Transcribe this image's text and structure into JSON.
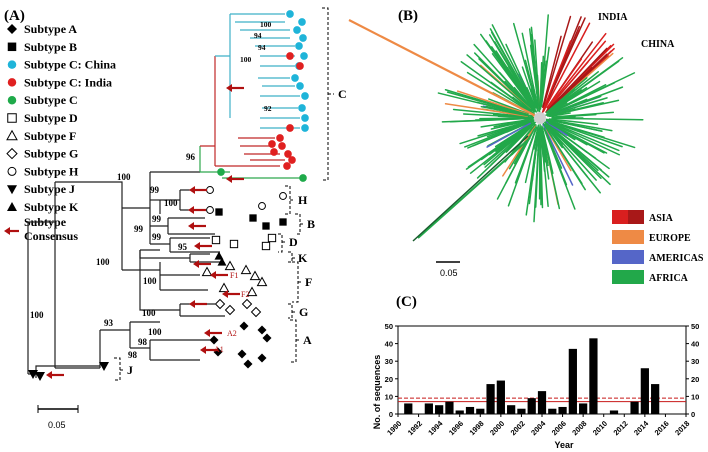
{
  "panels": {
    "a": "(A)",
    "b": "(B)",
    "c": "(C)"
  },
  "legend": [
    {
      "label": "Subtype A",
      "icon": "filled-diamond-icon"
    },
    {
      "label": "Subtype B",
      "icon": "filled-square-icon"
    },
    {
      "label": "Subtype C: China",
      "icon": "cyan-circle-icon"
    },
    {
      "label": "Subtype C: India",
      "icon": "red-circle-icon"
    },
    {
      "label": "Subtype C",
      "icon": "green-circle-icon"
    },
    {
      "label": "Subtype D",
      "icon": "open-square-icon"
    },
    {
      "label": "Subtype F",
      "icon": "open-triangle-icon"
    },
    {
      "label": "Subtype G",
      "icon": "open-diamond-icon"
    },
    {
      "label": "Subtype H",
      "icon": "open-circle-icon"
    },
    {
      "label": "Subtype J",
      "icon": "filled-down-triangle-icon"
    },
    {
      "label": "Subtype K",
      "icon": "filled-up-triangle-icon"
    }
  ],
  "legend_consensus": {
    "line1": "Subtype",
    "line2": "Consensus",
    "icon": "red-arrow-icon"
  },
  "clades": {
    "c": "C",
    "h": "H",
    "b": "B",
    "d": "D",
    "k": "K",
    "f": "F",
    "g": "G",
    "a": "A",
    "j": "J"
  },
  "bootstraps": {
    "b100_top": "100",
    "b94a": "94",
    "b94b": "94",
    "b100c": "100",
    "b92": "92",
    "b96": "96",
    "b100_cmain": "100",
    "b99h": "99",
    "b100h": "100",
    "b99b": "99",
    "b99d": "99",
    "b99bd": "99",
    "b95": "95",
    "b100_mid": "100",
    "b100_f": "100",
    "b93": "93",
    "b100g": "100",
    "b100a": "100",
    "b98a": "98",
    "b98b": "98",
    "b100_root": "100"
  },
  "consensus_tags": {
    "f1": "F1",
    "f2": "F2",
    "a2": "A2",
    "a1": "A1"
  },
  "scale_tree": "0.05",
  "scale_radial": "0.05",
  "radial": {
    "countries": {
      "india": "INDIA",
      "china": "CHINA"
    },
    "regions": [
      {
        "label": "ASIA",
        "color": "#d91f1f"
      },
      {
        "label": "EUROPE",
        "color": "#ee8a45"
      },
      {
        "label": "AMERICAS",
        "color": "#5566c8"
      },
      {
        "label": "AFRICA",
        "color": "#22a84a"
      }
    ]
  },
  "colors": {
    "cyan": "#1fb4d9",
    "red": "#e02020",
    "green": "#1faa4a",
    "arrow": "#b01010",
    "branch_cyan": "#3fb0c8",
    "branch_red": "#c02828",
    "branch_green": "#2ea84e"
  },
  "chart_data": {
    "type": "bar",
    "ylabel": "No. of sequences",
    "xlabel": "Year",
    "ylim": [
      0,
      50
    ],
    "yticks": [
      0,
      10,
      20,
      30,
      40,
      50
    ],
    "xticks": [
      "1990",
      "1992",
      "1994",
      "1996",
      "1998",
      "2000",
      "2002",
      "2004",
      "2006",
      "2008",
      "2010",
      "2012",
      "2014",
      "2016",
      "2018"
    ],
    "x": [
      1991,
      1993,
      1994,
      1995,
      1996,
      1997,
      1998,
      1999,
      2000,
      2001,
      2002,
      2003,
      2004,
      2005,
      2006,
      2007,
      2008,
      2009,
      2011,
      2013,
      2014,
      2015
    ],
    "values": [
      6,
      6,
      5,
      7,
      2,
      4,
      3,
      17,
      19,
      5,
      3,
      9,
      13,
      3,
      4,
      37,
      6,
      43,
      2,
      7,
      26,
      17
    ],
    "reference_lines": [
      7,
      9
    ]
  }
}
